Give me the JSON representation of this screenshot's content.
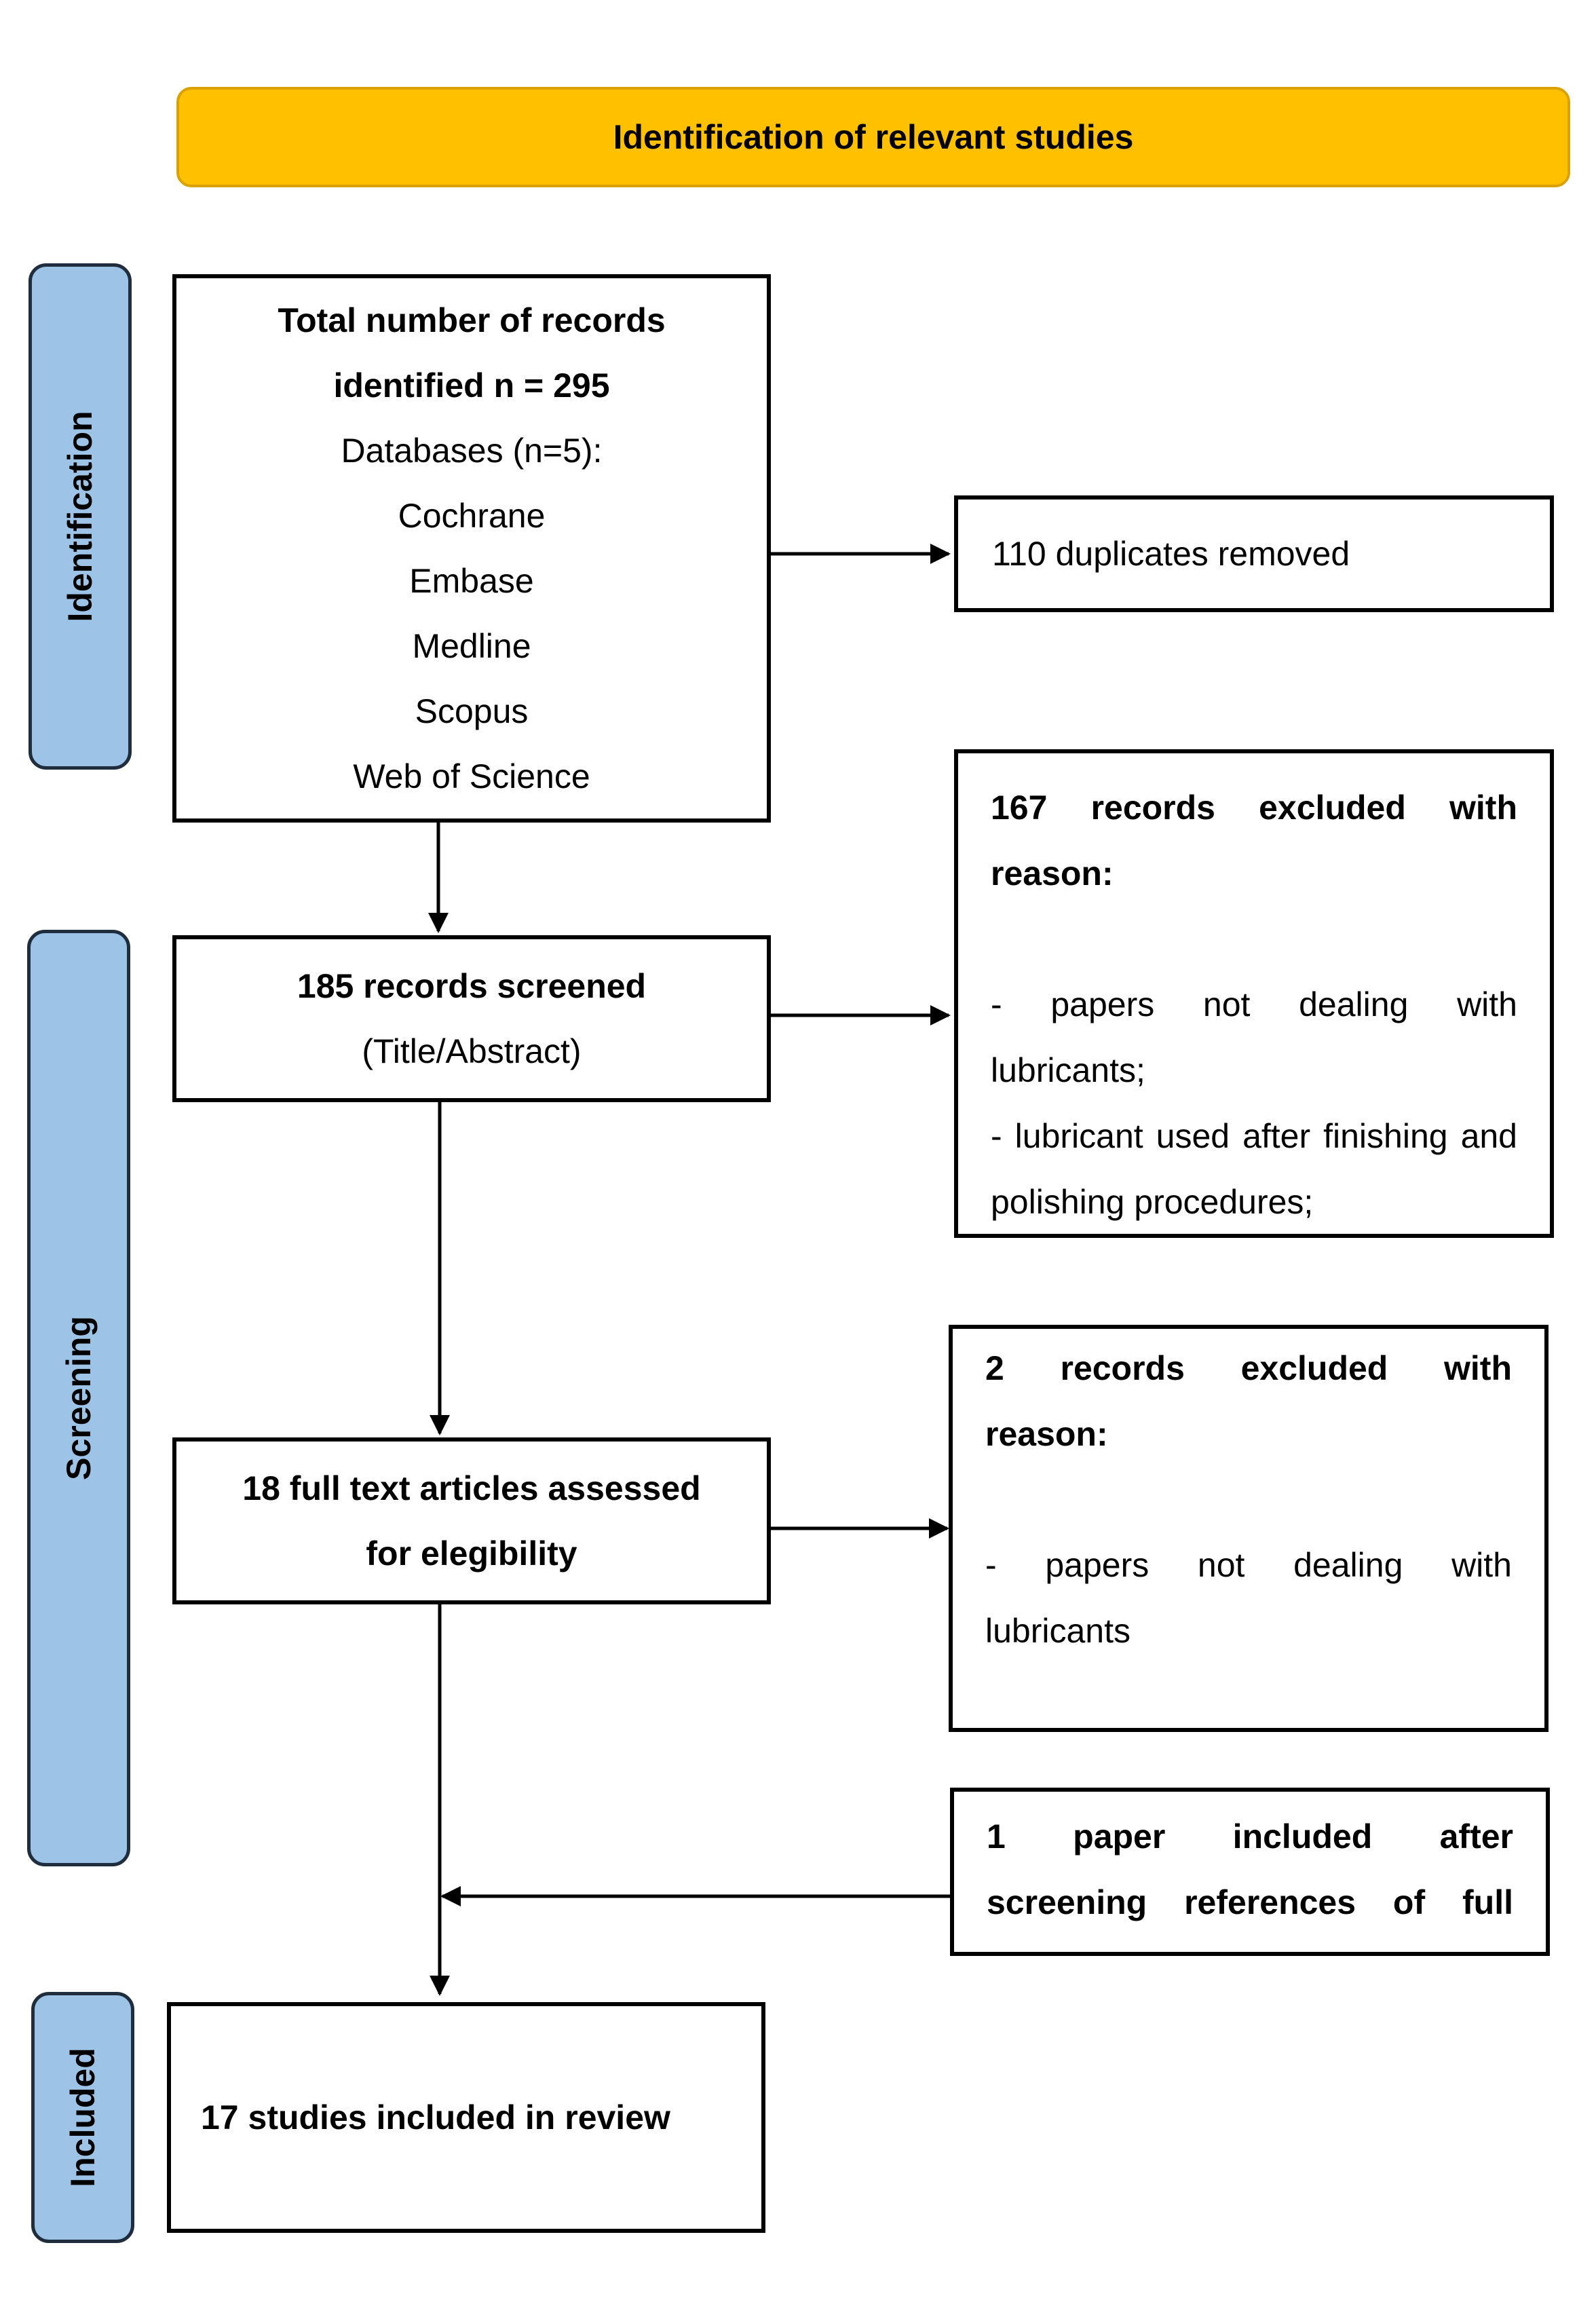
{
  "banner": {
    "title": "Identification of relevant studies"
  },
  "stages": {
    "identification": "Identification",
    "screening": "Screening",
    "included": "Included"
  },
  "boxes": {
    "records_identified": {
      "line1": "Total number of records",
      "line2": "identified n = 295",
      "line3": "Databases (n=5):",
      "databases": [
        "Cochrane",
        "Embase",
        "Medline",
        "Scopus",
        "Web of Science"
      ]
    },
    "duplicates": {
      "text": "110 duplicates removed"
    },
    "screened": {
      "line1": "185 records screened",
      "line2": "(Title/Abstract)"
    },
    "excluded_screening": {
      "line1": "167 records excluded with",
      "line2": "reason:",
      "reason1_a": "- papers not dealing with",
      "reason1_b": "lubricants;",
      "reason2_a": "- lubricant used after finishing and",
      "reason2_b": "polishing procedures;"
    },
    "fulltext": {
      "line1": "18 full text articles assessed",
      "line2": "for elegibility"
    },
    "excluded_fulltext": {
      "line1": "2 records excluded with",
      "line2": "reason:",
      "reason1_a": "- papers not dealing with",
      "reason1_b": "lubricants"
    },
    "added": {
      "line1": "1 paper included after",
      "line2": "screening references of full"
    },
    "included": {
      "text": "17 studies included in review"
    }
  }
}
